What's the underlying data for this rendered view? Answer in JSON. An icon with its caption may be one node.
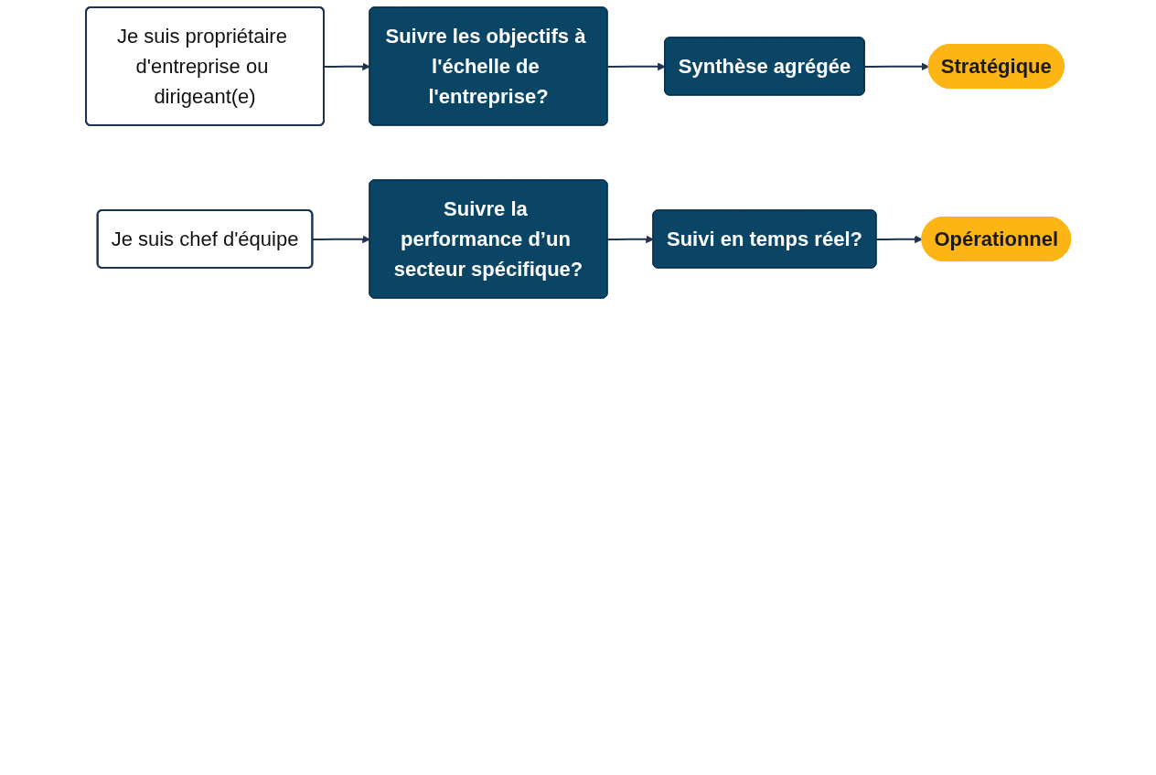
{
  "diagram": {
    "nodes": [
      {
        "text": [
          "Je suis propriétaire d'entreprise ou dirigeant(e)"
        ]
      },
      {
        "text": [
          "Suivre les objectifs à l'échelle de l'entreprise?"
        ]
      },
      {
        "text": [
          "Synthèse agrégée"
        ]
      },
      {
        "text": [
          "Stratégique"
        ]
      },
      {
        "text": [
          "Je suis chef d'équipe"
        ]
      },
      {
        "text": [
          "Suivre la performance d’un secteur spécifique?"
        ]
      },
      {
        "text": [
          "Suivi en temps réel?"
        ]
      },
      {
        "text": [
          "Opérationnel"
        ]
      }
    ],
    "edges": [
      {
        "from": 0,
        "to": 1,
        "arrow": "to"
      },
      {
        "from": 1,
        "to": 2,
        "arrow": "to"
      },
      {
        "from": 2,
        "to": 3,
        "arrow": "to"
      },
      {
        "from": 4,
        "to": 5,
        "arrow": "to"
      },
      {
        "from": 5,
        "to": 6,
        "arrow": "to"
      },
      {
        "from": 6,
        "to": 7,
        "arrow": "to"
      }
    ]
  }
}
